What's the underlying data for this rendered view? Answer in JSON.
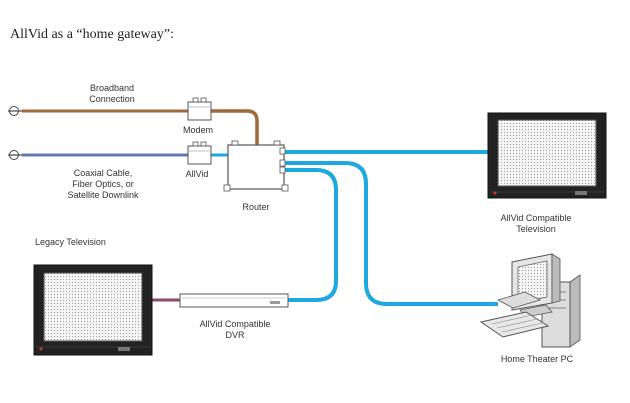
{
  "heading": "AllVid as a “home gateway”:",
  "labels": {
    "broadband_line1": "Broadband",
    "broadband_line2": "Connection",
    "modem": "Modem",
    "coax_line1": "Coaxial Cable,",
    "coax_line2": "Fiber Optics, or",
    "coax_line3": "Satellite Downlink",
    "allvid": "AllVid",
    "router": "Router",
    "legacy_tv": "Legacy Television",
    "compat_tv_line1": "AllVid Compatible",
    "compat_tv_line2": "Television",
    "dvr_line1": "AllVid Compatible",
    "dvr_line2": "DVR",
    "htpc": "Home Theater PC"
  },
  "colors": {
    "broadband_cable": "#a0693a",
    "coax_cable": "#5b7bb5",
    "network_cable": "#1ea8e0",
    "legacy_cable": "#8a4a6a"
  }
}
